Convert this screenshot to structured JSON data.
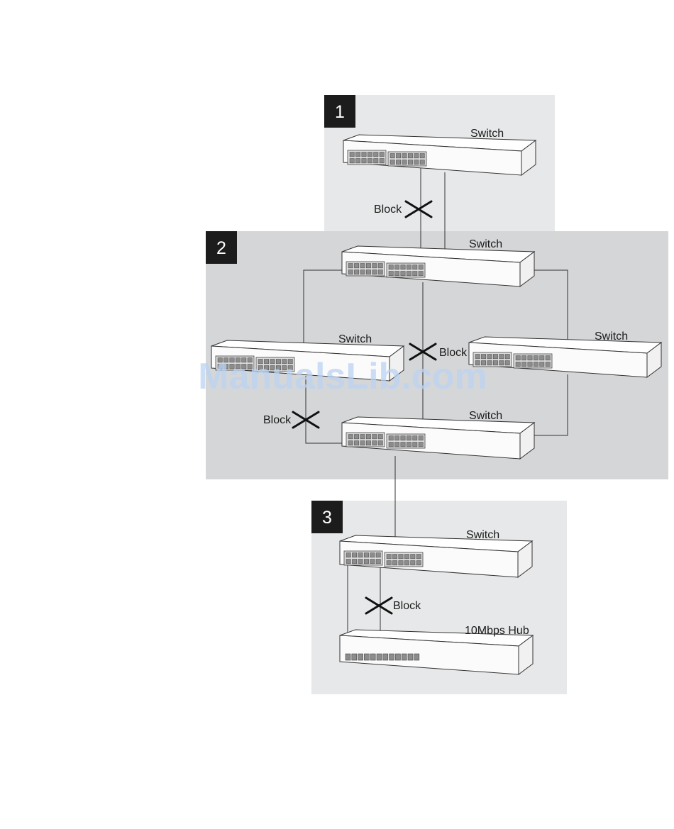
{
  "regions": [
    {
      "id": "1",
      "badge": "1",
      "fill": "#e7e8e9"
    },
    {
      "id": "2",
      "badge": "2",
      "fill": "#d5d6d8"
    },
    {
      "id": "3",
      "badge": "3",
      "fill": "#e7e8e9"
    }
  ],
  "devices": [
    {
      "id": "sw-top",
      "kind": "switch",
      "label": "Switch"
    },
    {
      "id": "sw-core",
      "kind": "switch",
      "label": "Switch"
    },
    {
      "id": "sw-left",
      "kind": "switch",
      "label": "Switch"
    },
    {
      "id": "sw-right",
      "kind": "switch",
      "label": "Switch"
    },
    {
      "id": "sw-bottom",
      "kind": "switch",
      "label": "Switch"
    },
    {
      "id": "sw-r3",
      "kind": "switch",
      "label": "Switch"
    },
    {
      "id": "hub",
      "kind": "hub",
      "label": "10Mbps Hub"
    }
  ],
  "blocks": [
    {
      "id": "b1",
      "label": "Block"
    },
    {
      "id": "b2",
      "label": "Block"
    },
    {
      "id": "b3",
      "label": "Block"
    },
    {
      "id": "b4",
      "label": "Block"
    }
  ],
  "watermark": "ManualsLib.com",
  "colors": {
    "device_face": "#fbfbfb",
    "device_outline": "#333333",
    "badge": "#1c1c1c"
  }
}
